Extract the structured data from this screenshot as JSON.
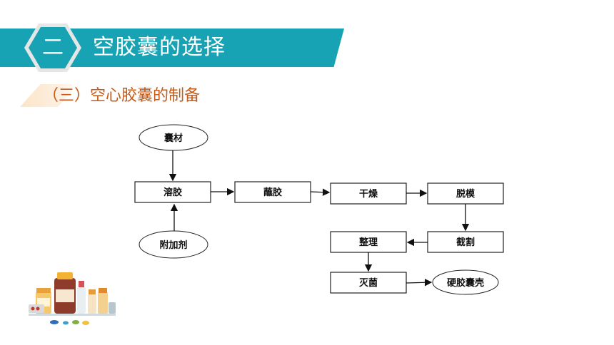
{
  "header": {
    "badge": "二",
    "title": "空胶囊的选择"
  },
  "section": {
    "subtitle": "（三）空心胶囊的制备"
  },
  "flow": {
    "nodes": {
      "material": "囊材",
      "dissolve": "溶胶",
      "dip": "蘸胶",
      "dry": "干燥",
      "demold": "脱模",
      "cut": "截割",
      "trim": "整理",
      "sterilize": "灭菌",
      "additive": "附加剂",
      "product": "硬胶囊壳"
    }
  },
  "colors": {
    "banner": "#18a3b4",
    "subtitle": "#c65a18"
  }
}
